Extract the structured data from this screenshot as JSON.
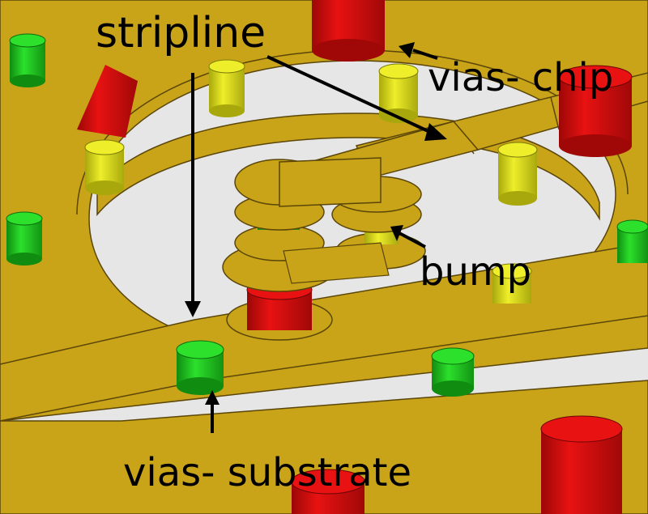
{
  "labels": {
    "stripline": "stripline",
    "vias_chip": "vias- chip",
    "bump": "bump",
    "vias_substrate": "vias- substrate"
  },
  "colors": {
    "metal": "#c9a318",
    "metal_edge": "#5a4608",
    "metal_shade": "#a88510",
    "via_chip": "#e81212",
    "via_chip_dark": "#9c0707",
    "via_substrate": "#22d622",
    "via_substrate_dark": "#108c10",
    "via_inner": "#e8e822",
    "via_inner_dark": "#a8a80d",
    "background": "#e6e6e6"
  }
}
